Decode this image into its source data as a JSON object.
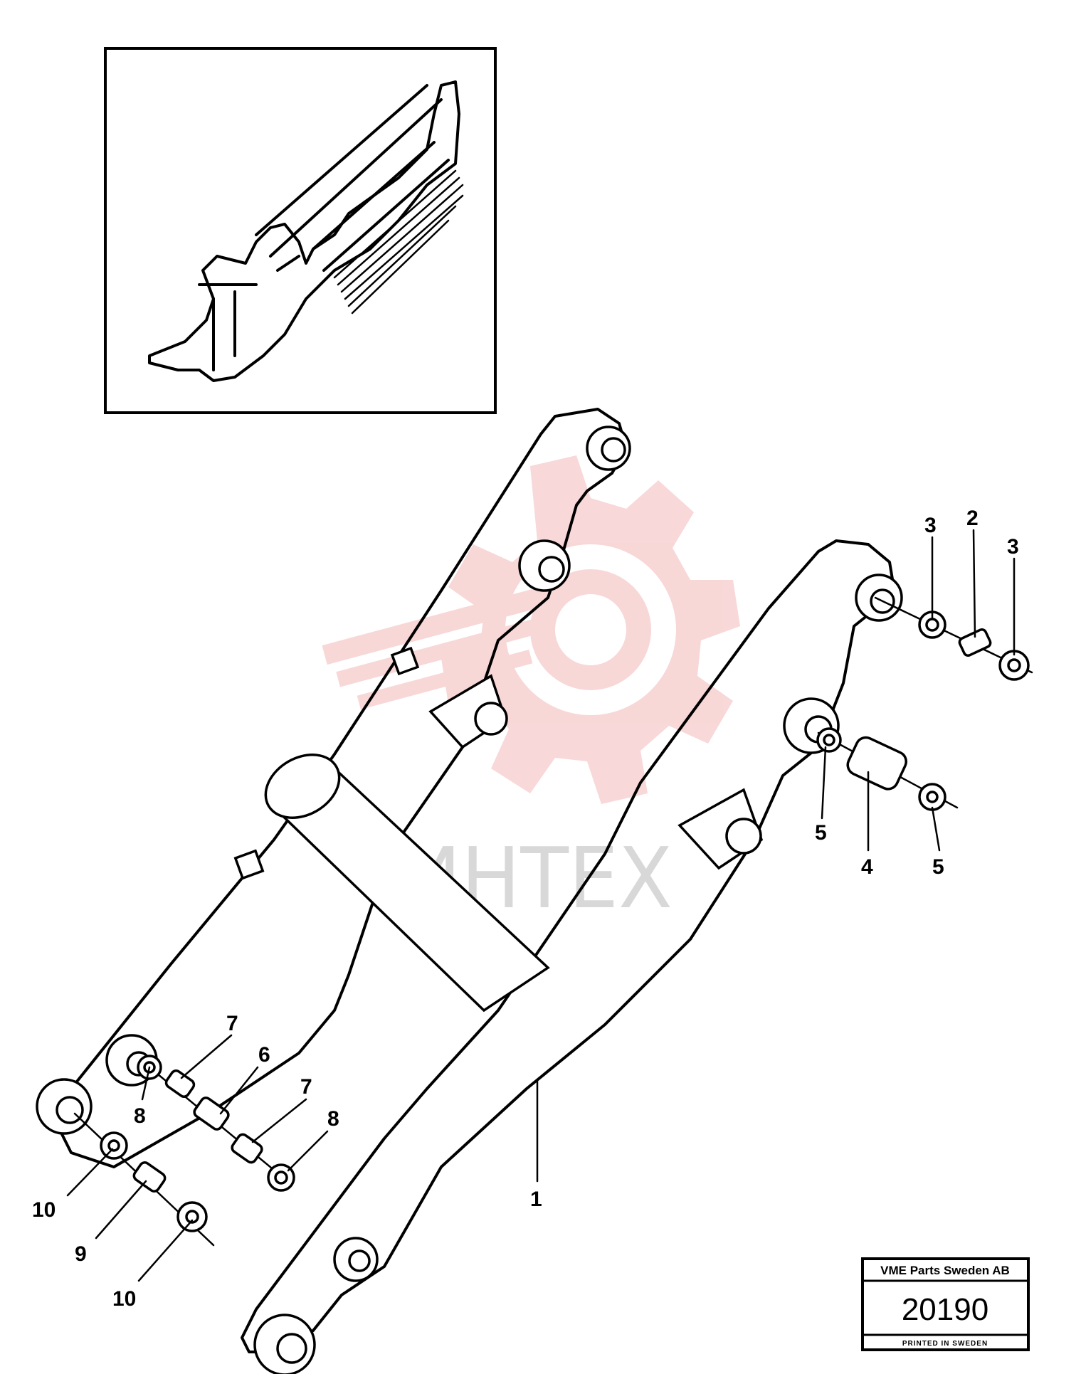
{
  "watermark": {
    "text": "ИНТЕХ",
    "color": "#f3b8b8"
  },
  "callouts": [
    {
      "id": "c1",
      "label": "1"
    },
    {
      "id": "c2",
      "label": "2"
    },
    {
      "id": "c3a",
      "label": "3"
    },
    {
      "id": "c3b",
      "label": "3"
    },
    {
      "id": "c4",
      "label": "4"
    },
    {
      "id": "c5a",
      "label": "5"
    },
    {
      "id": "c5b",
      "label": "5"
    },
    {
      "id": "c6",
      "label": "6"
    },
    {
      "id": "c7a",
      "label": "7"
    },
    {
      "id": "c7b",
      "label": "7"
    },
    {
      "id": "c8a",
      "label": "8"
    },
    {
      "id": "c8b",
      "label": "8"
    },
    {
      "id": "c9",
      "label": "9"
    },
    {
      "id": "c10a",
      "label": "10"
    },
    {
      "id": "c10b",
      "label": "10"
    }
  ],
  "stamp": {
    "company": "VME Parts Sweden AB",
    "number": "20190",
    "footer": "PRINTED IN SWEDEN"
  }
}
